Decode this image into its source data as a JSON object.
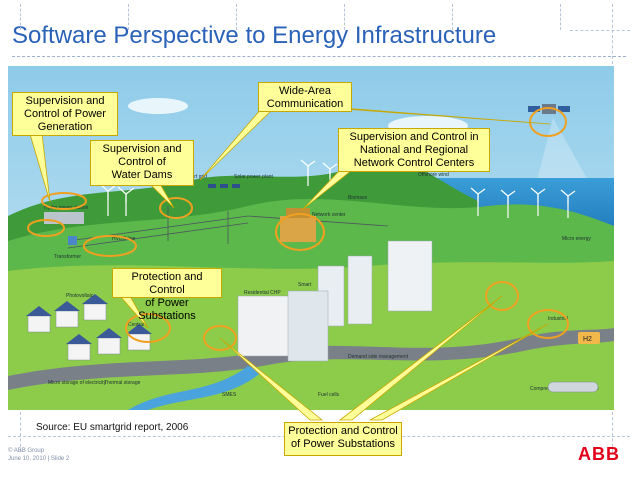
{
  "title": "Software Perspective to Energy Infrastructure",
  "callouts": {
    "supervision_power": [
      "Supervision and",
      "Control of Power",
      "Generation"
    ],
    "wide_area": [
      "Wide-Area",
      "Communication"
    ],
    "water_dams": [
      "Supervision and",
      "Control of",
      "Water Dams"
    ],
    "national_regional": [
      "Supervision and Control in",
      "National and Regional",
      "Network Control Centers"
    ],
    "substations_mid": [
      "Protection and Control",
      "of Power Substations"
    ],
    "substations_bottom": [
      "Protection and Control",
      "of Power Substations"
    ]
  },
  "scene_labels": {
    "hydro": "Hydro power station",
    "smart_grid": "Smart grid",
    "solar": "Solar power plant",
    "transformer": "Transformer",
    "hvdc": "HVDC line",
    "central_control": "Central control",
    "network_center": "Network center",
    "photovoltaic": "Photovoltaic",
    "residential_chp": "Residential CHP",
    "smart": "Smart",
    "storage": "Storage",
    "demand_side": "Demand side management",
    "micro_storage": "Micro storage of electricity",
    "thermal": "Thermal storage",
    "smes": "SMES",
    "fuel_cells": "Fuel cells",
    "compressed": "Compressed hydrogen storage",
    "micro_energy": "Micro energy",
    "wind_offshore": "Offshore wind",
    "biomass": "Biomass",
    "hydrogen": "H2",
    "industrial": "Industrial",
    "central": "Central"
  },
  "source": "Source: EU smartgrid report, 2006",
  "footer": {
    "copyright": "© ABB Group",
    "date_slide": "June 10, 2010 | Slide 2"
  },
  "logo": "ABB",
  "colors": {
    "title": "#2a62b8",
    "callout_fill": "#ffff99",
    "callout_border": "#c8a800",
    "highlight_ring": "#f0a020",
    "logo": "#e2001a"
  }
}
